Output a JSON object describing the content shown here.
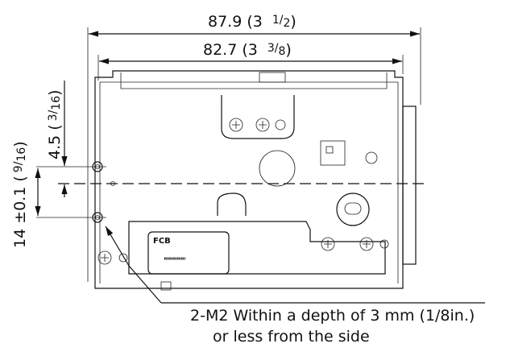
{
  "dimensions": {
    "overall_width": {
      "value": "87.9 (3",
      "frac_num": "1",
      "frac_den": "2",
      "suffix": ")"
    },
    "inner_width": {
      "value": "82.7 (3",
      "frac_num": "3",
      "frac_den": "8",
      "suffix": ")"
    },
    "hole_offset": {
      "value": "4.5 (",
      "frac_num": "3",
      "frac_den": "16",
      "suffix": ")"
    },
    "hole_spacing": {
      "value": "14 ±0.1 (",
      "frac_num": "9",
      "frac_den": "16",
      "suffix": ")"
    }
  },
  "label": {
    "text": "FCB"
  },
  "callout": {
    "line1": "2-M2 Within a depth of 3 mm (1/8in.)",
    "line2": "or less from the side"
  }
}
